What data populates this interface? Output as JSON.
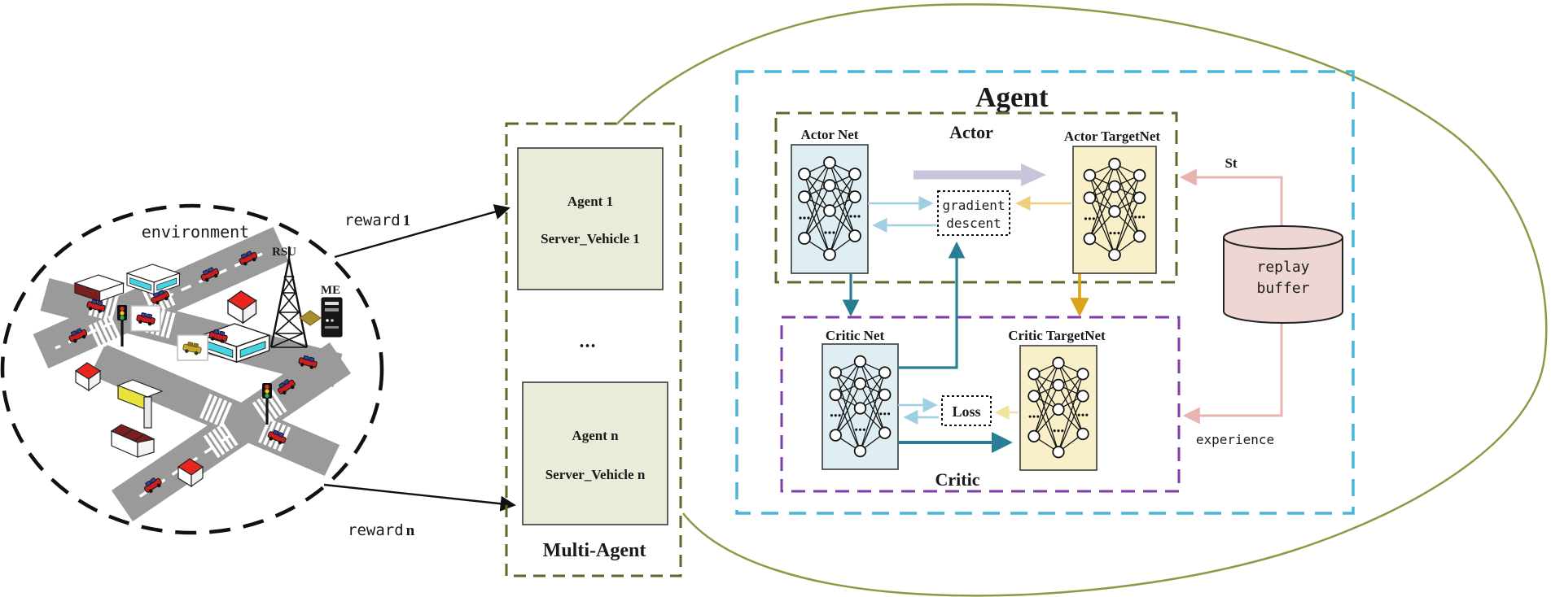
{
  "env": {
    "label": "environment",
    "rsu": "RSU",
    "me": "ME"
  },
  "rewards": {
    "r1_word": "reward",
    "r1_sub": "1",
    "rn_word": "reward",
    "rn_sub": "n"
  },
  "multi_agent": {
    "title": "Multi-Agent",
    "ellipsis": "...",
    "a1_line1": "Agent 1",
    "a1_line2": "Server_Vehicle 1",
    "an_line1": "Agent n",
    "an_line2": "Server_Vehicle n"
  },
  "agent": {
    "title": "Agent",
    "actor_label": "Actor",
    "actor_net": "Actor Net",
    "actor_target": "Actor TargetNet",
    "grad1": "gradient",
    "grad2": "descent",
    "critic_label": "Critic",
    "critic_net": "Critic Net",
    "critic_target": "Critic TargetNet",
    "loss": "Loss",
    "replay1": "replay",
    "replay2": "buffer",
    "st": "St",
    "experience": "experience"
  },
  "colors": {
    "multi_agent_border": "#5a6a2b",
    "agent_border": "#45b5d9",
    "actor_border": "#5a6a2b",
    "critic_border": "#7e3cab",
    "balloon": "#8a9a45",
    "net_box_blue": "#dfeef2",
    "net_box_yellow": "#f9f0c9",
    "agent_box_fill": "#e9ecd9",
    "replay_fill": "#eed6d4",
    "teal_arrow": "#2a7e94",
    "blue_arrow": "#9fd0e2",
    "gold_arrow": "#d9a31d",
    "yellow_arrow": "#f0cd7e",
    "pale_yellow_arrow": "#f3e3a2",
    "pink_arrow": "#e9b3b1",
    "lavender_arrow": "#c7c5dc",
    "actor_label_color": "#5e7232",
    "critic_label_color": "#7433a6",
    "road": "#9a9a9a"
  }
}
